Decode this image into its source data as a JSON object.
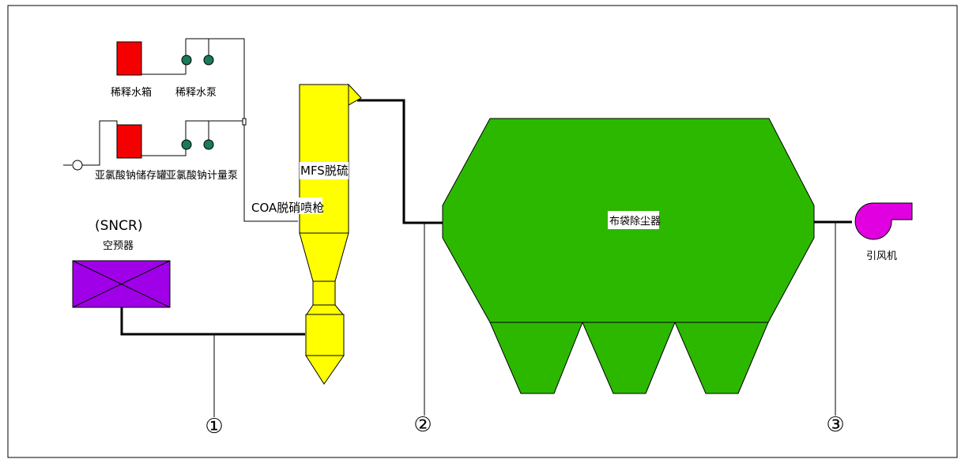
{
  "labels": {
    "dilution_tank": "稀释水箱",
    "dilution_pump": "稀释水泵",
    "nitrite_tank": "亚氯酸钠储存罐",
    "nitrite_pump": "亚氯酸钠计量泵",
    "coa_gun": "COA脱硝喷枪",
    "mfs": "MFS脱硫",
    "sncr": "(SNCR)",
    "air_preheater": "空预器",
    "bag_filter": "布袋除尘器",
    "fan": "引风机",
    "point_1": "①",
    "point_2": "②",
    "point_3": "③"
  },
  "colors": {
    "tank_red": "#f50000",
    "tower_yellow": "#ffff00",
    "filter_green": "#2db800",
    "preheater_purple": "#a000e8",
    "fan_magenta": "#e000e0",
    "pump_teal": "#1a7a5a"
  }
}
